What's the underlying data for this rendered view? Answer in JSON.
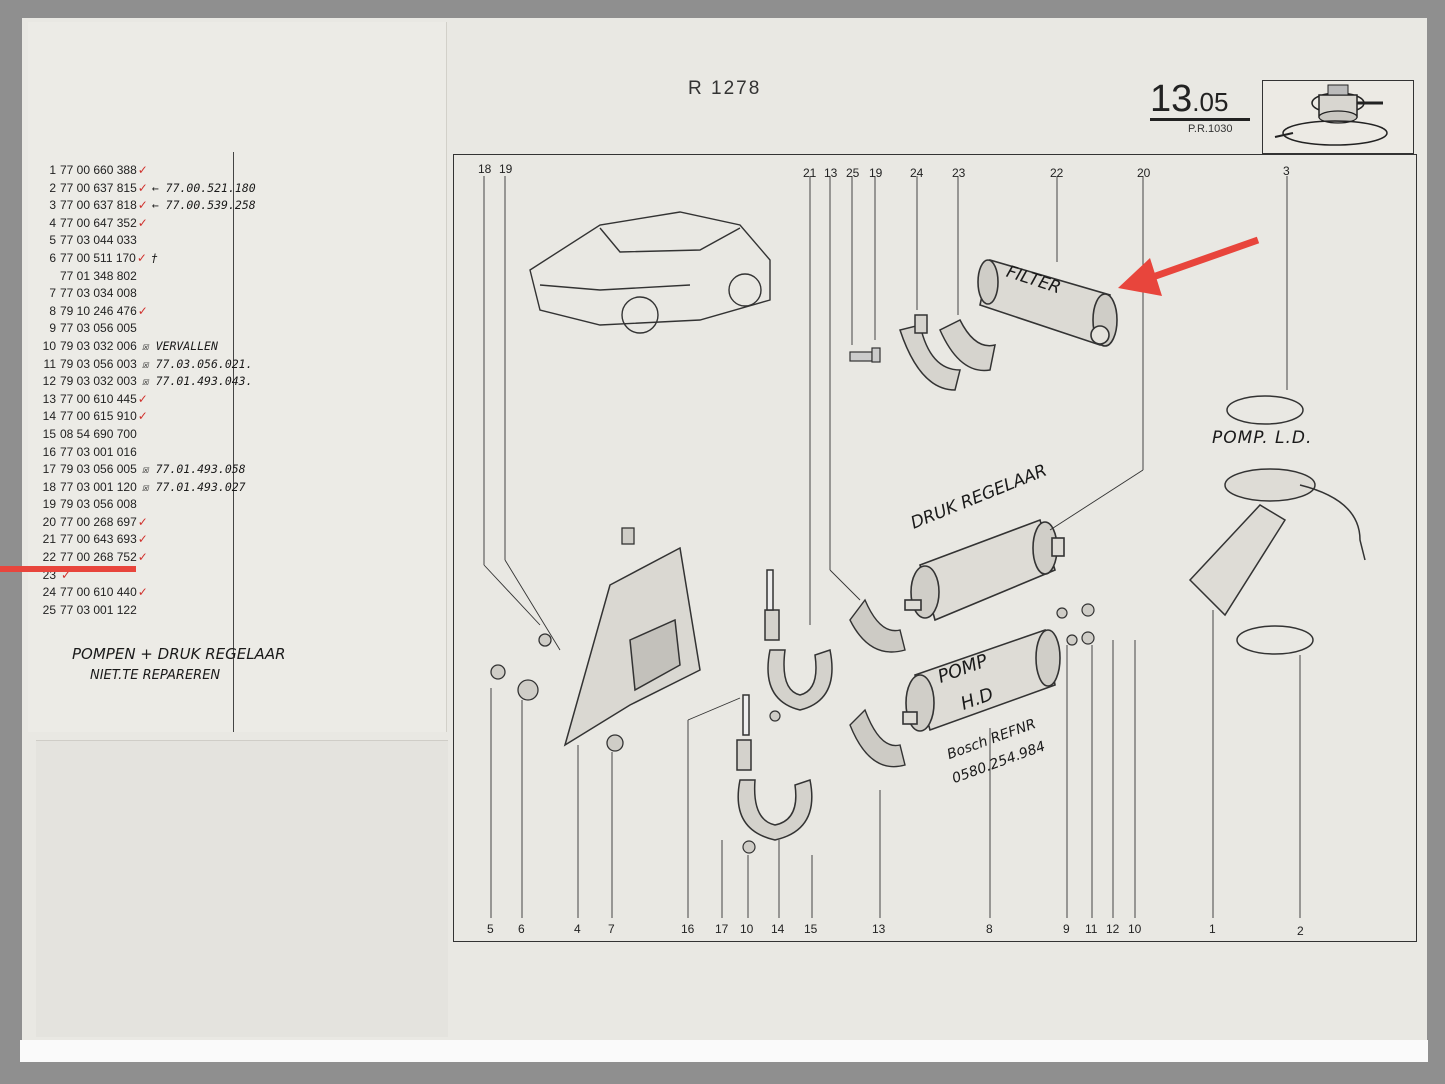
{
  "header": {
    "page_ref": "R 1278",
    "plate_major": "13",
    "plate_minor": ".05",
    "plate_sub": "P.R.1030"
  },
  "parts_list": [
    {
      "idx": "1",
      "ref": "77 00 660 388",
      "check": "✓",
      "note": ""
    },
    {
      "idx": "2",
      "ref": "77 00 637 815",
      "check": "✓",
      "note": "← 77.00.521.180"
    },
    {
      "idx": "3",
      "ref": "77 00 637 818",
      "check": "✓",
      "note": "← 77.00.539.258"
    },
    {
      "idx": "4",
      "ref": "77 00 647 352",
      "check": "✓",
      "note": ""
    },
    {
      "idx": "5",
      "ref": "77 03 044 033",
      "check": "",
      "note": ""
    },
    {
      "idx": "6",
      "ref": "77 00 511 170",
      "check": "✓",
      "note": "†"
    },
    {
      "idx": "",
      "ref": "77 01 348 802",
      "check": "",
      "note": ""
    },
    {
      "idx": "7",
      "ref": "77 03 034 008",
      "check": "",
      "note": ""
    },
    {
      "idx": "8",
      "ref": "79 10 246 476",
      "check": "✓",
      "note": ""
    },
    {
      "idx": "9",
      "ref": "77 03 056 005",
      "check": "",
      "note": ""
    },
    {
      "idx": "10",
      "ref": "79 03 032 006",
      "check": "",
      "note": "☒ VERVALLEN"
    },
    {
      "idx": "11",
      "ref": "79 03 056 003",
      "check": "",
      "note": "☒ 77.03.056.021."
    },
    {
      "idx": "12",
      "ref": "79 03 032 003",
      "check": "",
      "note": "☒ 77.01.493.043."
    },
    {
      "idx": "13",
      "ref": "77 00 610 445",
      "check": "✓",
      "note": ""
    },
    {
      "idx": "14",
      "ref": "77 00 615 910",
      "check": "✓",
      "note": ""
    },
    {
      "idx": "15",
      "ref": "08 54 690 700",
      "check": "",
      "note": ""
    },
    {
      "idx": "16",
      "ref": "77 03 001 016",
      "check": "",
      "note": ""
    },
    {
      "idx": "17",
      "ref": "79 03 056 005",
      "check": "",
      "note": "☒ 77.01.493.058"
    },
    {
      "idx": "18",
      "ref": "77 03 001 120",
      "check": "",
      "note": "☒ 77.01.493.027"
    },
    {
      "idx": "19",
      "ref": "79 03 056 008",
      "check": "",
      "note": ""
    },
    {
      "idx": "20",
      "ref": "77 00 268 697",
      "check": "✓",
      "note": ""
    },
    {
      "idx": "21",
      "ref": "77 00 643 693",
      "check": "✓",
      "note": ""
    },
    {
      "idx": "22",
      "ref": "77 00 268 752",
      "check": "✓",
      "note": ""
    },
    {
      "idx": "23",
      "ref": "",
      "check": "✓",
      "note": ""
    },
    {
      "idx": "24",
      "ref": "77 00 610 440",
      "check": "✓",
      "note": ""
    },
    {
      "idx": "25",
      "ref": "77 03 001 122",
      "check": "",
      "note": ""
    }
  ],
  "handwritten": {
    "repair_note_1": "POMPEN + DRUK REGELAAR",
    "repair_note_2": "NIET.TE REPAREREN",
    "filter": "FILTER",
    "pump_ld": "POMP. L.D.",
    "drukregelaar": "DRUK REGELAAR",
    "pomp": "POMP",
    "hd": "H.D",
    "bosch": "Bosch REFNR",
    "bosch_num": "0580.254.984"
  },
  "top_callouts": [
    "18",
    "19",
    "21",
    "13",
    "25",
    "19",
    "24",
    "23",
    "22",
    "20",
    "3"
  ],
  "bottom_callouts": [
    "5",
    "6",
    "4",
    "7",
    "16",
    "17",
    "10",
    "14",
    "15",
    "13",
    "8",
    "9",
    "11",
    "12",
    "10",
    "1",
    "2"
  ],
  "colors": {
    "annotation_red": "#e8453c",
    "check_red": "#d0312d"
  }
}
